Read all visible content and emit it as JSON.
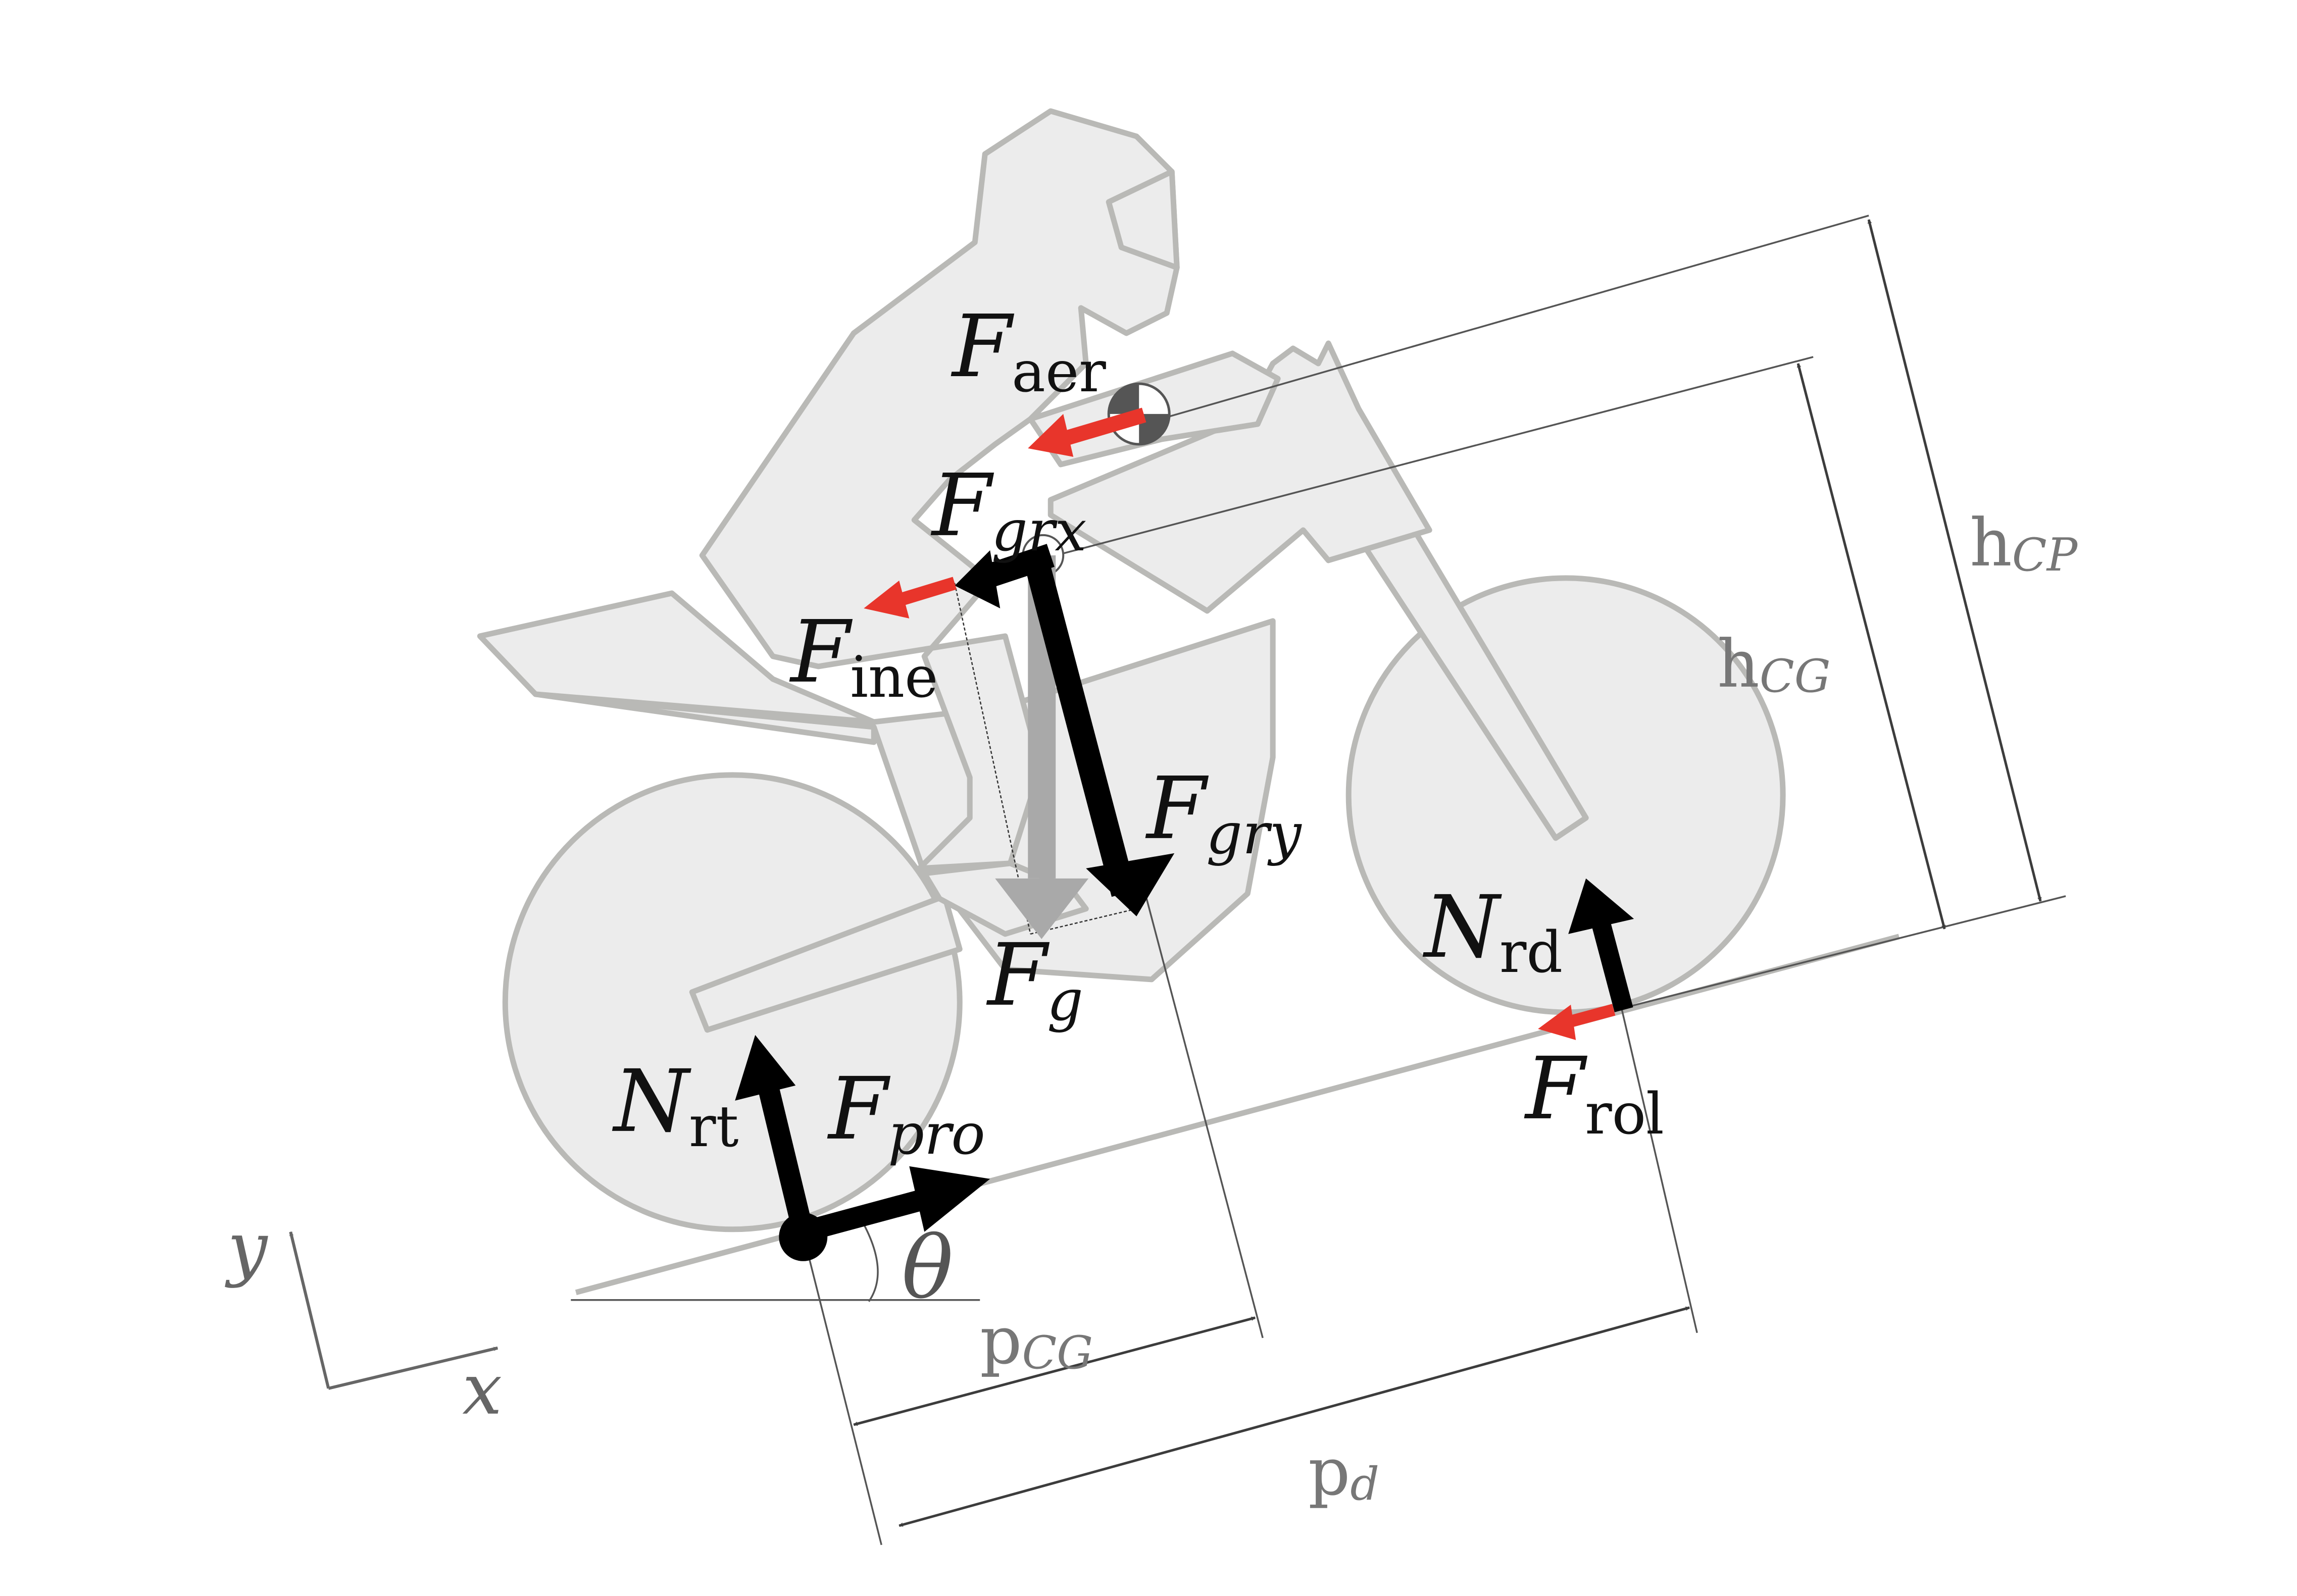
{
  "forces": {
    "aer": {
      "symbol": "F",
      "sub": "aer"
    },
    "grx": {
      "symbol": "F",
      "sub": "grx"
    },
    "ine": {
      "symbol": "F",
      "sub": "ine"
    },
    "gry": {
      "symbol": "F",
      "sub": "gry"
    },
    "g": {
      "symbol": "F",
      "sub": "g"
    },
    "nrd": {
      "symbol": "N",
      "sub": "rd"
    },
    "rol": {
      "symbol": "F",
      "sub": "rol"
    },
    "nrt": {
      "symbol": "N",
      "sub": "rt"
    },
    "pro": {
      "symbol": "F",
      "sub": "pro"
    }
  },
  "angle": {
    "symbol": "θ"
  },
  "dimensions": {
    "hcp": {
      "main": "h",
      "sub": "CP"
    },
    "hcg": {
      "main": "h",
      "sub": "CG"
    },
    "pcg": {
      "main": "p",
      "sub": "CG"
    },
    "pd": {
      "main": "p",
      "sub": "d"
    }
  },
  "axes": {
    "x": "x",
    "y": "y"
  },
  "colors": {
    "force_black": "#000000",
    "force_red": "#e8352b",
    "gravity_gray": "#a9a9a9",
    "silhouette_fill": "#ececec",
    "silhouette_stroke": "#b9b9b6"
  }
}
